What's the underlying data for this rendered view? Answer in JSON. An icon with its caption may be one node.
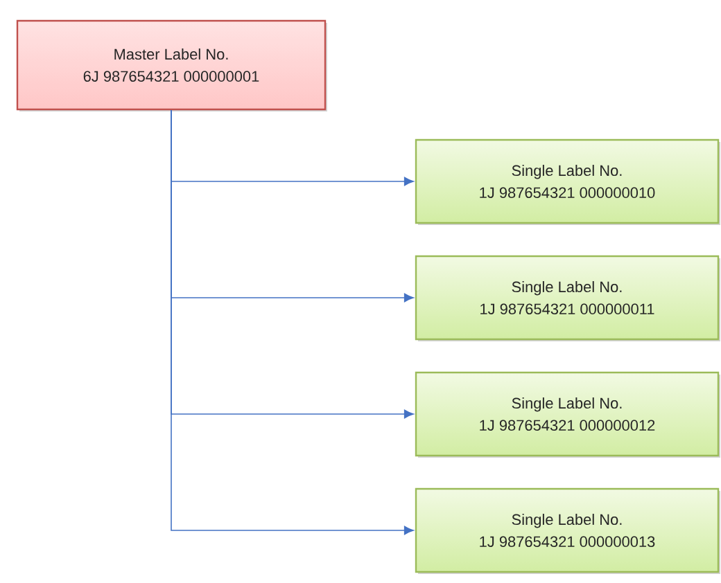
{
  "diagram": {
    "nodes": [
      {
        "text": [
          "Master Label No.",
          "6J 987654321  000000001"
        ]
      },
      {
        "text": [
          "Single Label No.",
          "1J 987654321  000000010"
        ]
      },
      {
        "text": [
          "Single Label No.",
          "1J 987654321  000000011"
        ]
      },
      {
        "text": [
          "Single Label No.",
          "1J 987654321  000000012"
        ]
      },
      {
        "text": [
          "Single Label No.",
          "1J 987654321  000000013"
        ]
      }
    ],
    "edges": [
      {
        "from": 0,
        "to": 1,
        "arrow": "to"
      },
      {
        "from": 0,
        "to": 2,
        "arrow": "to"
      },
      {
        "from": 0,
        "to": 3,
        "arrow": "to"
      },
      {
        "from": 0,
        "to": 4,
        "arrow": "to"
      }
    ]
  }
}
